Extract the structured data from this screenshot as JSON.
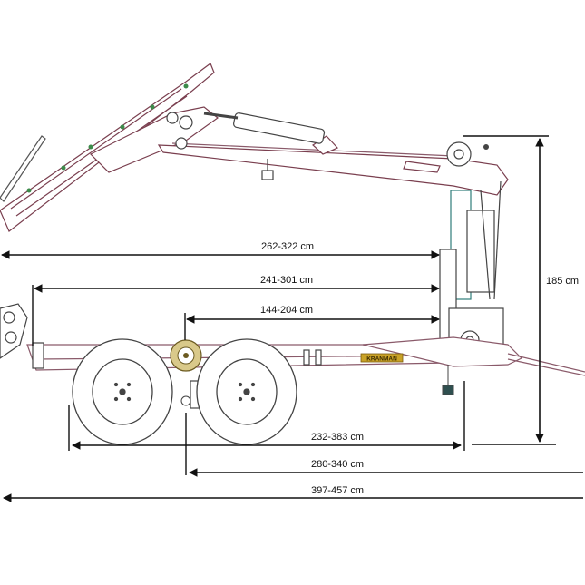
{
  "dimensions": {
    "boom_reach": "262-322 cm",
    "mid_reach": "241-301 cm",
    "inner_reach": "144-204 cm",
    "height": "185 cm",
    "wheel_to_crane": "232-383 cm",
    "axle_to_end": "280-340 cm",
    "overall_length": "397-457 cm"
  },
  "branding": {
    "nameplate": "KRANMAN"
  },
  "colors": {
    "line": "#111111",
    "frame": "#8a5a6a",
    "boom": "#7a3f4f",
    "accent_green": "#3d8a4a",
    "accent_teal": "#2f7d7a",
    "nameplate_bg": "#c9a227"
  }
}
